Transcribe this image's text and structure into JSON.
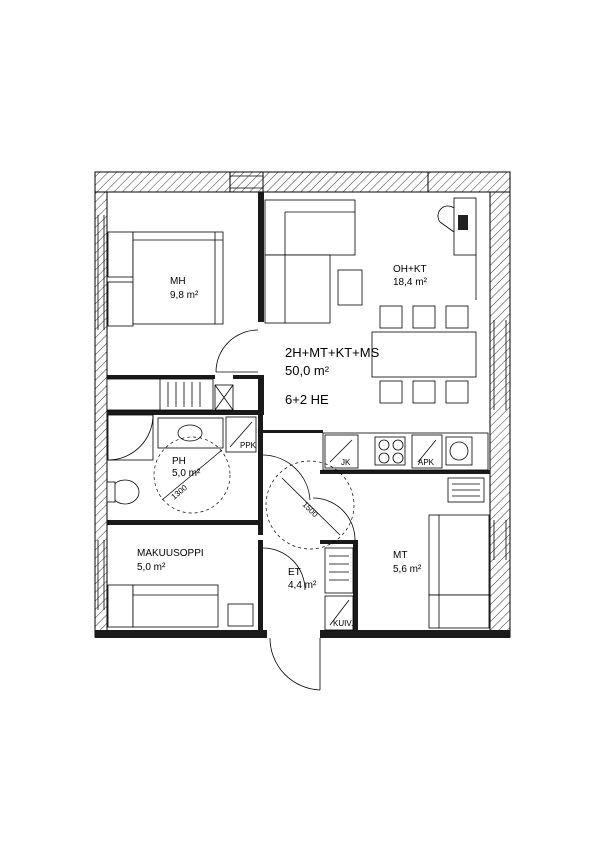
{
  "plan": {
    "apartment_type": "2H+MT+KT+MS",
    "apartment_area": "50,0 m²",
    "occupancy": "6+2 HE",
    "rooms": [
      {
        "name": "MH",
        "area": "9,8 m²"
      },
      {
        "name": "OH+KT",
        "area": "18,4 m²"
      },
      {
        "name": "PH",
        "area": "5,0 m²"
      },
      {
        "name": "MAKUUSOPPI",
        "area": "5,0 m²"
      },
      {
        "name": "ET",
        "area": "4,4 m²"
      },
      {
        "name": "MT",
        "area": "5,6 m²"
      }
    ],
    "tags": {
      "ppk": "PPK",
      "jk": "JK",
      "apk": "APK",
      "kuiv": "KUIV."
    },
    "dimensions": {
      "ph_circle": "1300",
      "et_circle": "1500"
    }
  }
}
